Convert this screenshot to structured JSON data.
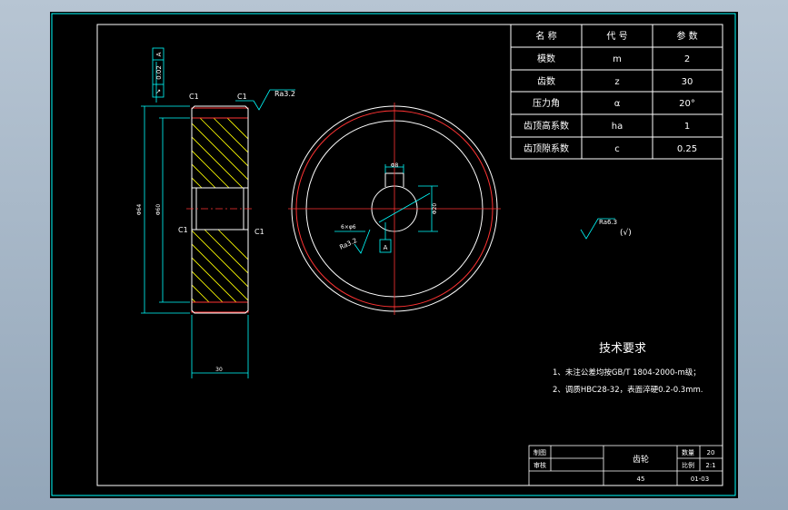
{
  "params_table": {
    "headers": [
      "名 称",
      "代 号",
      "参 数"
    ],
    "rows": [
      {
        "name": "模数",
        "symbol": "m",
        "value": "2"
      },
      {
        "name": "齿数",
        "symbol": "z",
        "value": "30"
      },
      {
        "name": "压力角",
        "symbol": "α",
        "value": "20°"
      },
      {
        "name": "齿顶高系数",
        "symbol": "ha",
        "value": "1"
      },
      {
        "name": "齿顶隙系数",
        "symbol": "c",
        "value": "0.25"
      }
    ]
  },
  "side_view": {
    "chamfer_labels": [
      "C1",
      "C1",
      "C1",
      "C1"
    ],
    "roughness": "Ra3.2",
    "tolerance_frame": [
      "↗",
      "0.02",
      "A"
    ],
    "dim_width": "30",
    "dim_outer": "Φ64",
    "dim_inner": "Φ60"
  },
  "front_view": {
    "keyway_width": "Φ8",
    "bore_dim": "Φ20",
    "roughness": "Ra3.2",
    "datum": "A",
    "leader_label": "6×φ6"
  },
  "general_roughness": {
    "value": "Ra6.3",
    "note": "(√)"
  },
  "tech_requirements": {
    "title": "技术要求",
    "items": [
      "1、未注公差均按GB/T 1804-2000-m级；",
      "2、调质HBC28-32，表面淬硬0.2-0.3mm."
    ]
  },
  "title_block": {
    "drawn_label": "制图",
    "check_label": "审核",
    "part_name": "齿轮",
    "qty_label": "数量",
    "qty_value": "20",
    "scale_label": "比例",
    "scale_value": "2:1",
    "material": "45",
    "drawing_no": "01-03"
  }
}
